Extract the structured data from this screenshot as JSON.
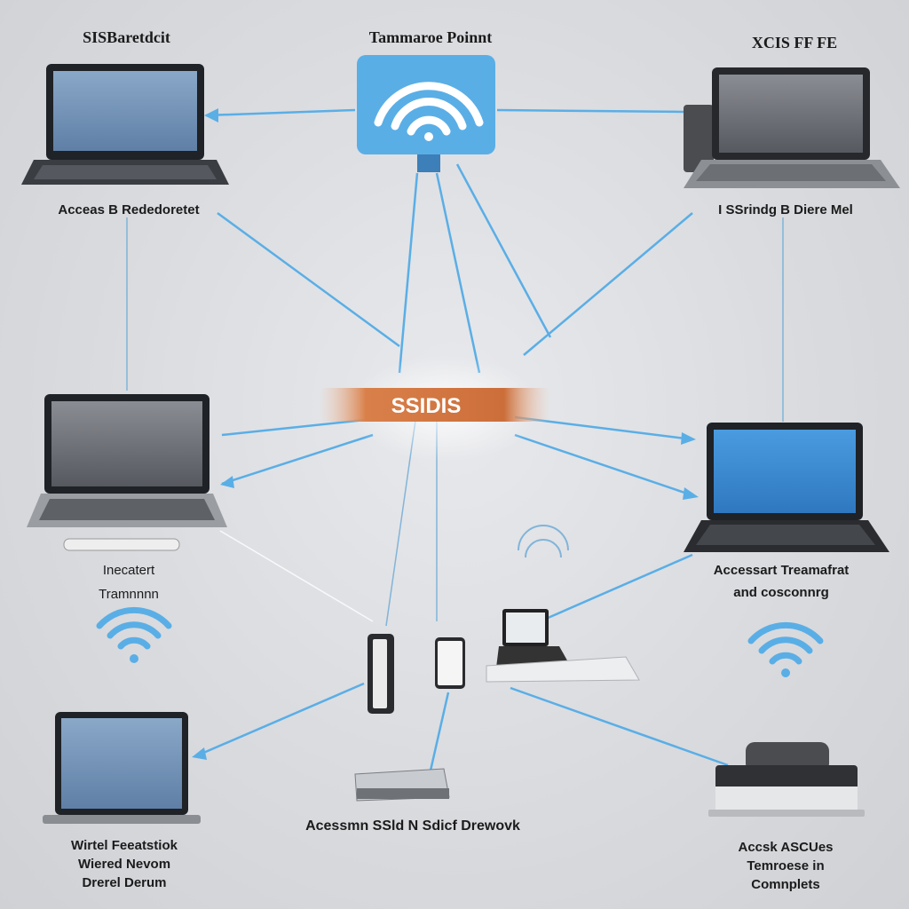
{
  "labels": {
    "top_left": "SISBaretdcit",
    "top_center": "Tammaroe Poinnt",
    "top_right": "XCIS FF FE",
    "left_upper": "Acceas B Rededoretet",
    "right_upper": "I SSrindg B Diere Mel",
    "center_banner": "SSIDIS",
    "left_mid_1": "Inecatert",
    "left_mid_2": "Tramnnnn",
    "right_mid_1": "Accessart Treamafrat",
    "right_mid_2": "and cosconnrg",
    "bottom_center": "Acessmn SSld N Sdicf Drewovk",
    "bottom_left_1": "Wirtel Feeatstiok",
    "bottom_left_2": "Wiered Nevom",
    "bottom_left_3": "Drerel Derum",
    "bottom_right_1": "Accsk ASCUes",
    "bottom_right_2": "Temroese in",
    "bottom_right_3": "Comnplets"
  },
  "icons": {
    "access_point": "wifi-router-icon",
    "laptop": "laptop-icon",
    "wifi": "wifi-signal-icon",
    "phone": "smartphone-icon",
    "router": "router-icon",
    "printer": "printer-icon"
  },
  "colors": {
    "accent_blue": "#5aaee6",
    "banner_orange": "#d9804a",
    "screen_blue": "#3d8bd1",
    "background": "#d9dbdf"
  }
}
